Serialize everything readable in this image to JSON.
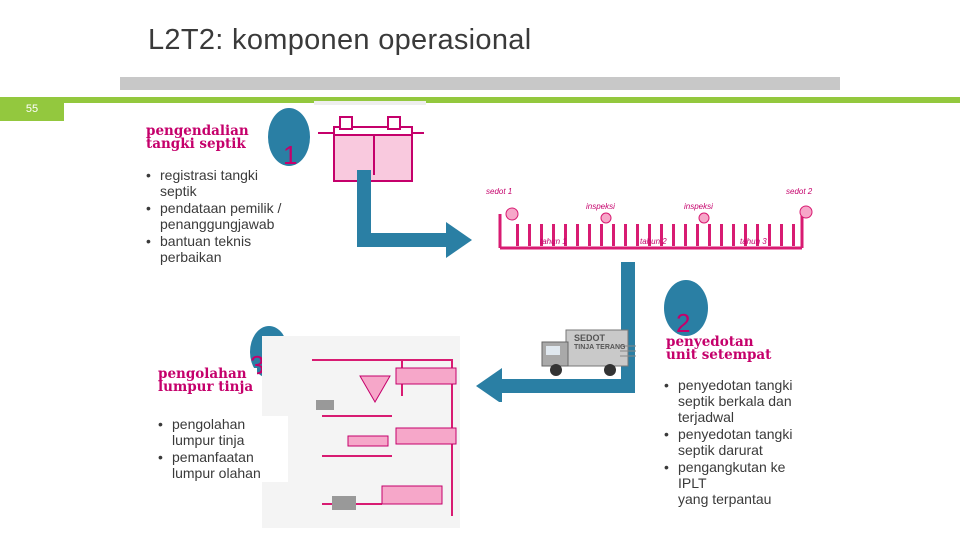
{
  "slide": {
    "title": "L2T2: komponen operasional",
    "number": "55"
  },
  "section1": {
    "heading_line1": "pengendalian",
    "heading_line2": "tangki septik",
    "num": "1",
    "bullets": [
      {
        "line1": "registrasi tangki",
        "line2": "septik"
      },
      {
        "line1": "pendataan pemilik /",
        "line2": "penanggungjawab"
      },
      {
        "line1": "bantuan teknis",
        "line2": "perbaikan"
      }
    ]
  },
  "section2": {
    "heading_line1": "penyedotan",
    "heading_line2": "unit setempat",
    "num": "2",
    "bullets": [
      {
        "line1": "penyedotan tangki",
        "line2": "septik berkala dan",
        "line3": "terjadwal"
      },
      {
        "line1": "penyedotan tangki",
        "line2": "septik darurat"
      },
      {
        "line1": "pengangkutan ke",
        "line2": "IPLT",
        "line3": "yang terpantau"
      }
    ]
  },
  "section3": {
    "heading_line1": "pengolahan",
    "heading_line2": "lumpur tinja",
    "num": "3",
    "bullets": [
      {
        "line1": "pengolahan",
        "line2": "lumpur tinja"
      },
      {
        "line1": "pemanfaatan",
        "line2": "lumpur olahan"
      }
    ]
  },
  "timeline": {
    "sedot1": "sedot 1",
    "sedot2": "sedot 2",
    "inspeksi1": "inspeksi",
    "inspeksi2": "inspeksi",
    "tahun1": "tahun 1",
    "tahun2": "tahun 2",
    "tahun3": "tahun 3"
  },
  "truck": {
    "sign_line1": "SEDOT",
    "sign_line2": "TINJA TERANG"
  },
  "colors": {
    "accent_pink": "#c5006b",
    "arrow_blue": "#2a7fa4",
    "green_bar": "#93c83e",
    "grey_bar": "#c8c8c8"
  }
}
